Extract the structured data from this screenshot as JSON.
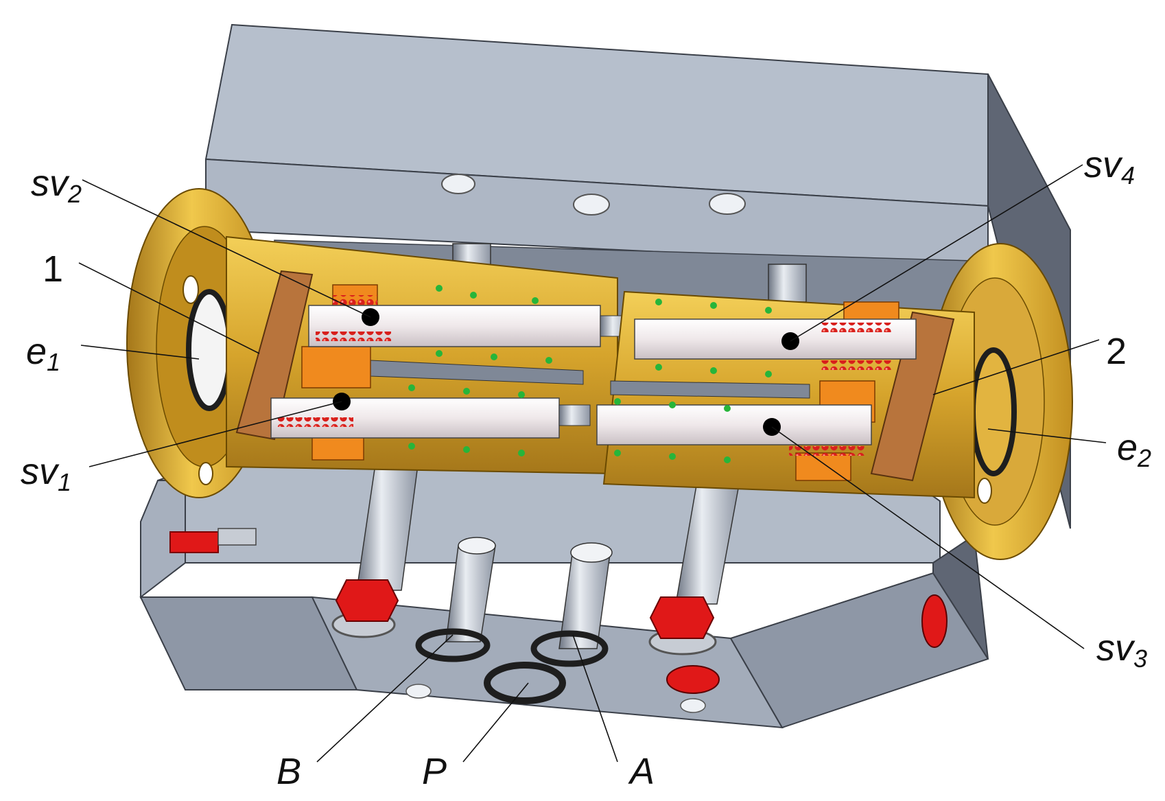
{
  "labels": {
    "sv2": {
      "base": "sv",
      "sub": "2"
    },
    "sv4": {
      "base": "sv",
      "sub": "4"
    },
    "sv1": {
      "base": "sv",
      "sub": "1"
    },
    "sv3": {
      "base": "sv",
      "sub": "3"
    },
    "e1": {
      "base": "e",
      "sub": "1"
    },
    "e2": {
      "base": "e",
      "sub": "2"
    },
    "n1": "1",
    "n2": "2",
    "B": "B",
    "P": "P",
    "A": "A"
  },
  "colors": {
    "housing_face": "#aab3c2",
    "housing_top": "#b6bfcc",
    "housing_dark": "#5f6674",
    "housing_mid": "#8e97a6",
    "brass": "#d4a22a",
    "brass_dark": "#9c6f10",
    "brass_light": "#f0c84c",
    "orange": "#f08a1e",
    "piston": "#b8743c",
    "spring": "#d8201c",
    "seal_green": "#27b53a",
    "plug_red": "#e01818",
    "oring": "#222222",
    "spool": "#f3eef0"
  }
}
